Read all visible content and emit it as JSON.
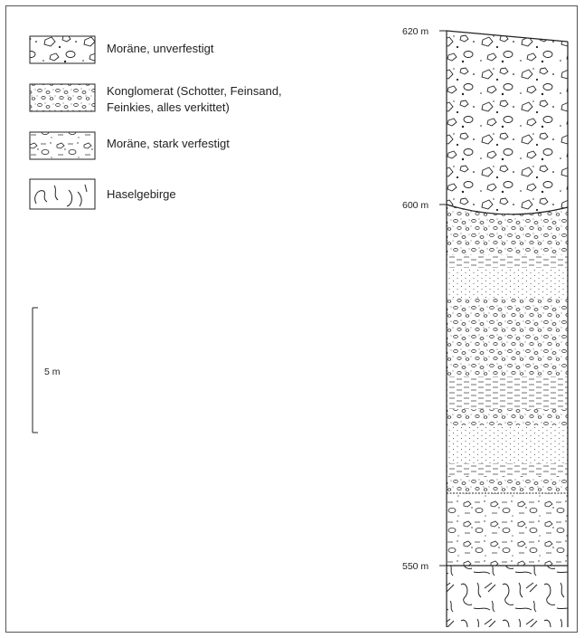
{
  "legend": {
    "items": [
      {
        "key": "moraine_loose",
        "lines": [
          "Moräne, unverfestigt"
        ]
      },
      {
        "key": "conglomerate",
        "lines": [
          "Konglomerat (Schotter, Feinsand,",
          "Feinkies, alles verkittet)"
        ]
      },
      {
        "key": "moraine_firm",
        "lines": [
          "Moräne, stark verfestigt"
        ]
      },
      {
        "key": "haselgebirge",
        "lines": [
          "Haselgebirge"
        ]
      }
    ]
  },
  "scale_bar": {
    "label": "5 m"
  },
  "column": {
    "elevation_labels": [
      "620 m",
      "600 m",
      "550 m"
    ],
    "units_top_to_bottom": [
      {
        "lithology": "moraine_loose",
        "from": "620 m",
        "to": "600 m"
      },
      {
        "lithology": "conglomerate",
        "from": "600 m"
      },
      {
        "lithology": "moraine_firm",
        "to": "550 m"
      },
      {
        "lithology": "haselgebirge",
        "from": "550 m"
      }
    ]
  }
}
